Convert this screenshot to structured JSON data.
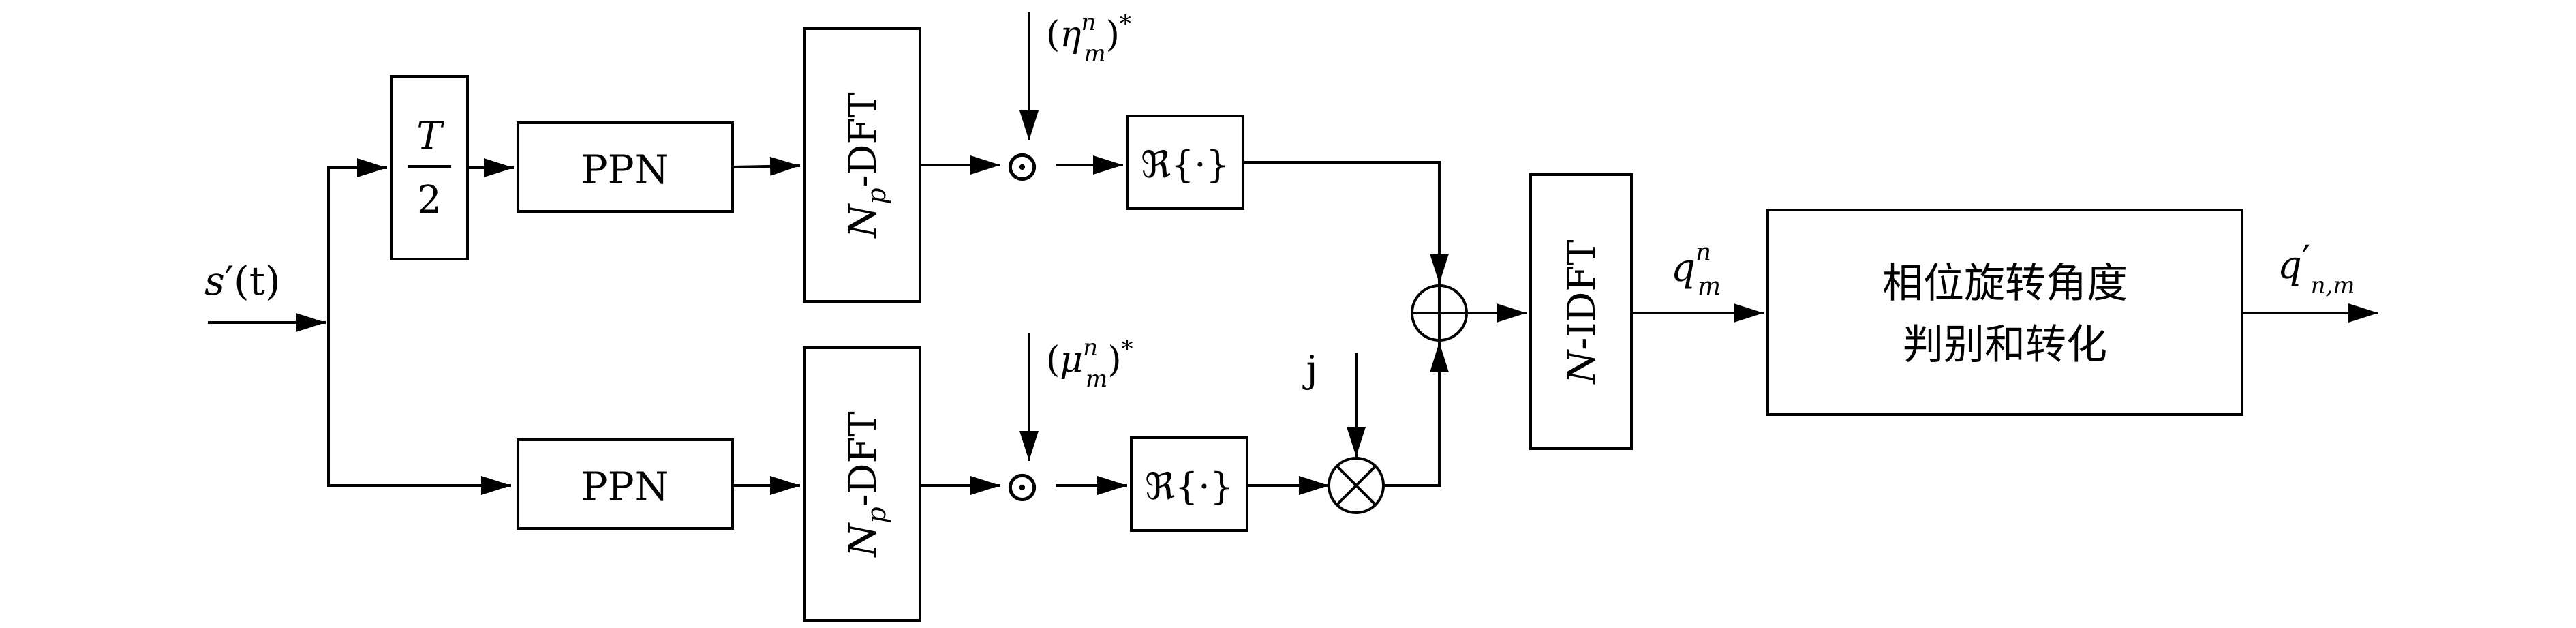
{
  "input": {
    "s": "s",
    "prime": "′",
    "t": "(t)"
  },
  "delay": {
    "numerator": "T",
    "denominator": "2"
  },
  "ppn_top": {
    "label": "PPN"
  },
  "ppn_bottom": {
    "label": "PPN"
  },
  "dft_top": {
    "n": "N",
    "sub": "p",
    "suffix": "-DFT"
  },
  "dft_bottom": {
    "n": "N",
    "sub": "p",
    "suffix": "-DFT"
  },
  "eta_input": {
    "open": "(",
    "sym": "η",
    "sup": "n",
    "sub": "m",
    "close": ")",
    "star": "*"
  },
  "mu_input": {
    "open": "(",
    "sym": "μ",
    "sup": "n",
    "sub": "m",
    "close": ")",
    "star": "*"
  },
  "real_top": {
    "label": "ℜ{·}"
  },
  "real_bottom": {
    "label": "ℜ{·}"
  },
  "multiply_top": {
    "symbol": "⊙"
  },
  "multiply_bottom": {
    "symbol": "⊙"
  },
  "j_input": {
    "label": "j"
  },
  "idft": {
    "n": "N",
    "suffix": "-IDFT"
  },
  "q_label": {
    "sym": "q",
    "sup": "n",
    "sub": "m"
  },
  "decision": {
    "line1": "相位旋转角度",
    "line2": "判别和转化"
  },
  "output": {
    "sym": "q",
    "prime": "′",
    "sub": "n,m"
  }
}
